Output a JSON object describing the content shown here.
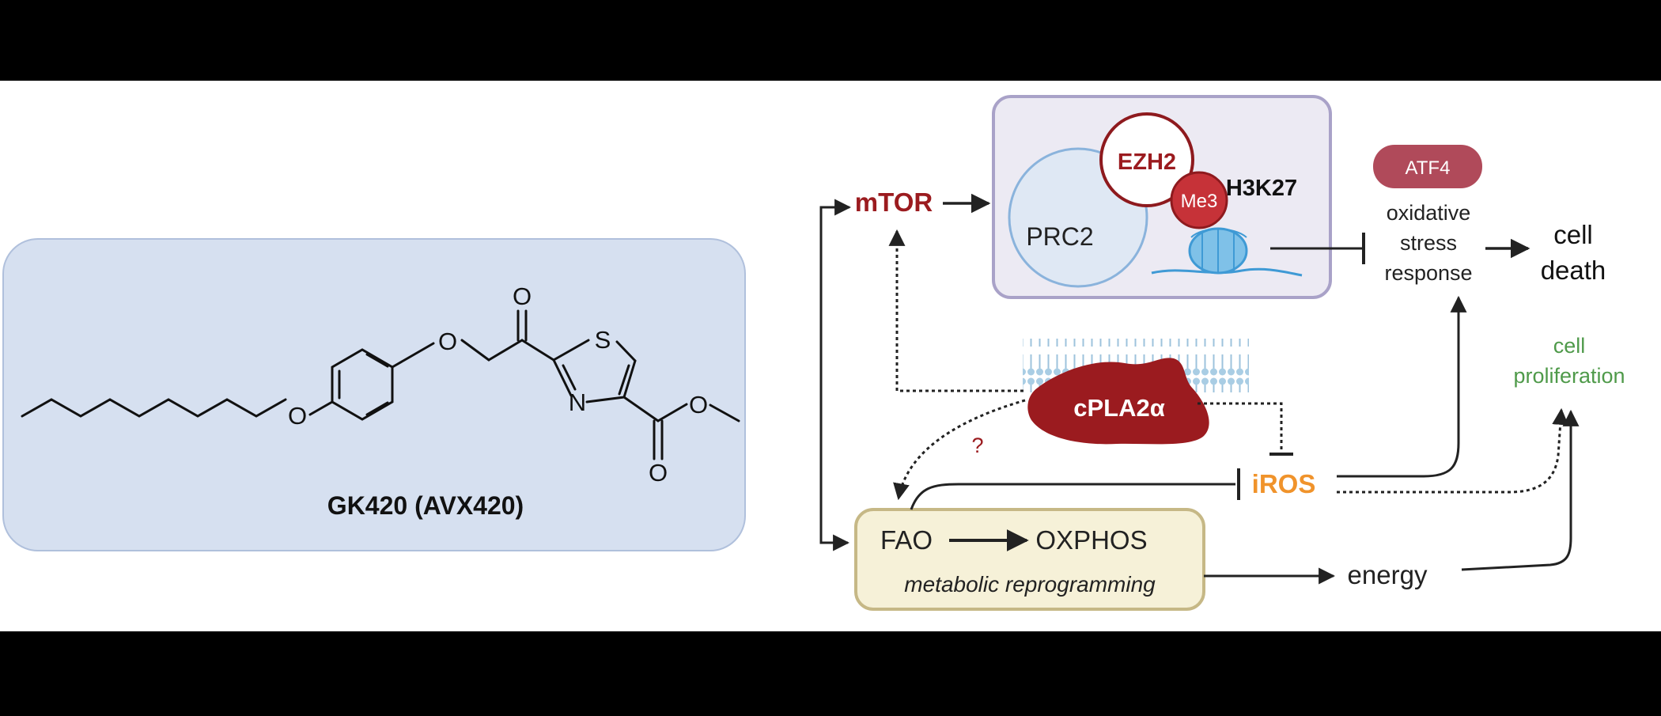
{
  "compound": {
    "name": "GK420 (AVX420)",
    "atoms": {
      "ketone_o": "O",
      "ether_o": "O",
      "sulfur": "S",
      "nitrogen": "N",
      "ester_o": "O",
      "carbonyl_o": "O",
      "alkoxy_o": "O"
    }
  },
  "pathway": {
    "mtor": "mTOR",
    "ezh2": "EZH2",
    "prc2": "PRC2",
    "me3": "Me3",
    "h3k27": "H3K27",
    "atf4": "ATF4",
    "stress_line1": "oxidative",
    "stress_line2": "stress",
    "stress_line3": "response",
    "death_line1": "cell",
    "death_line2": "death",
    "prolif_line1": "cell",
    "prolif_line2": "proliferation",
    "cpla2a": "cPLA2α",
    "question": "?",
    "iros": "iROS",
    "fao": "FAO",
    "oxphos": "OXPHOS",
    "metabolic": "metabolic reprogramming",
    "energy": "energy"
  },
  "colors": {
    "dark_red": "#9b1b1f",
    "atf4": "#b04a5a",
    "orange": "#f0932b",
    "green": "#4f9a4a",
    "compound_bg": "#d6e0f0",
    "complex_bg": "#eceaf3",
    "complex_border": "#a9a2c8",
    "fao_bg": "#f6f1d8",
    "fao_border": "#c6b886"
  }
}
